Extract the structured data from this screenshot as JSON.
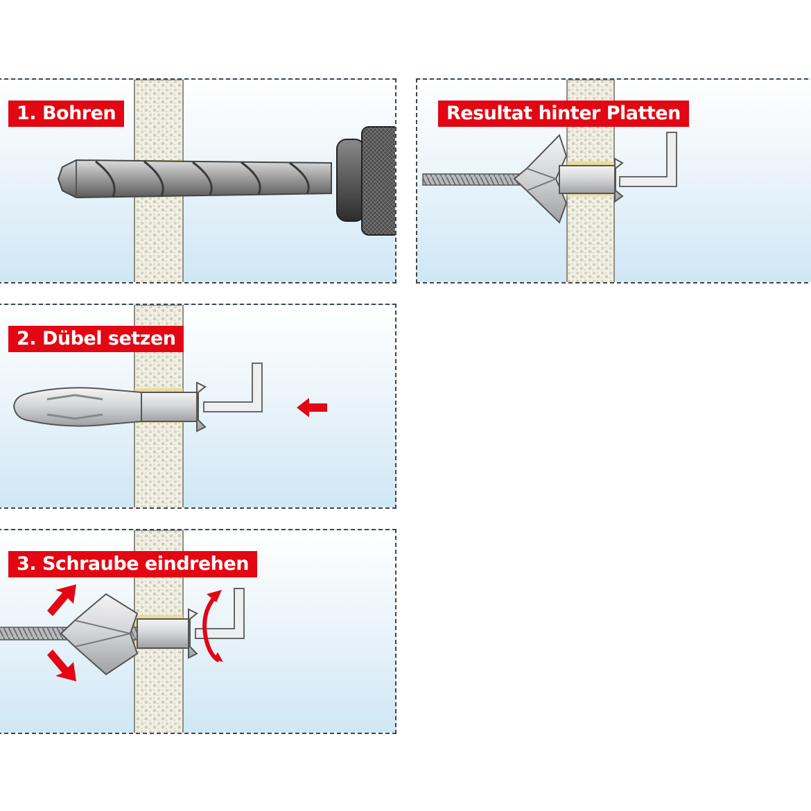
{
  "panels": {
    "drill": {
      "label": "1. Bohren"
    },
    "result": {
      "label": "Resultat hinter Platten"
    },
    "insert": {
      "label": "2. Dübel setzen"
    },
    "screw": {
      "label": "3. Schraube eindrehen"
    }
  },
  "colors": {
    "label_bg": "#e30613",
    "arrow": "#e30613",
    "wall": "#efefe0",
    "metal": "#d9dadc",
    "glue_ring": "#e9d88c"
  },
  "icons": [
    "drill-bit-icon",
    "drill-chuck-icon",
    "wall-anchor-icon",
    "hook-icon",
    "push-arrow-icon",
    "expand-arrow-icon",
    "rotate-arrow-icon"
  ]
}
